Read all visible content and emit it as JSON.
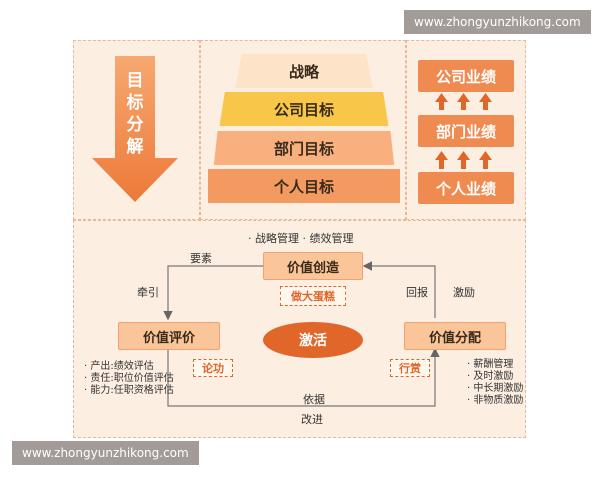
{
  "watermark_top": "www.zhongyunzhikong.com",
  "watermark_bottom": "www.zhongyunzhikong.com",
  "goal_arrow": {
    "chars": [
      "目",
      "标",
      "分",
      "解"
    ]
  },
  "pyramid": [
    "战略",
    "公司目标",
    "部门目标",
    "个人目标"
  ],
  "performance": [
    "公司业绩",
    "部门业绩",
    "个人业绩"
  ],
  "cycle": {
    "top_caption": "· 战略管理 · 绩效管理",
    "nodes": {
      "create": "价值创造",
      "evaluate": "价值评价",
      "distribute": "价值分配"
    },
    "center": "激活",
    "tags": {
      "create": "做大蛋糕",
      "evaluate": "论功",
      "distribute": "行赏"
    },
    "labels": {
      "yaosu": "要素",
      "qianyin": "牵引",
      "huibao": "回报",
      "jili": "激励",
      "yiju": "依据",
      "gaijin": "改进"
    },
    "left_list": [
      "· 产出:绩效评估",
      "· 责任:职位价值评估",
      "· 能力:任职资格评估"
    ],
    "right_list": [
      "· 薪酬管理",
      "· 及时激励",
      "· 中长期激励",
      "· 非物质激励"
    ]
  },
  "colors": {
    "accent": "#ef8a50",
    "panel": "#fdeee2",
    "tag": "#e0662a"
  }
}
